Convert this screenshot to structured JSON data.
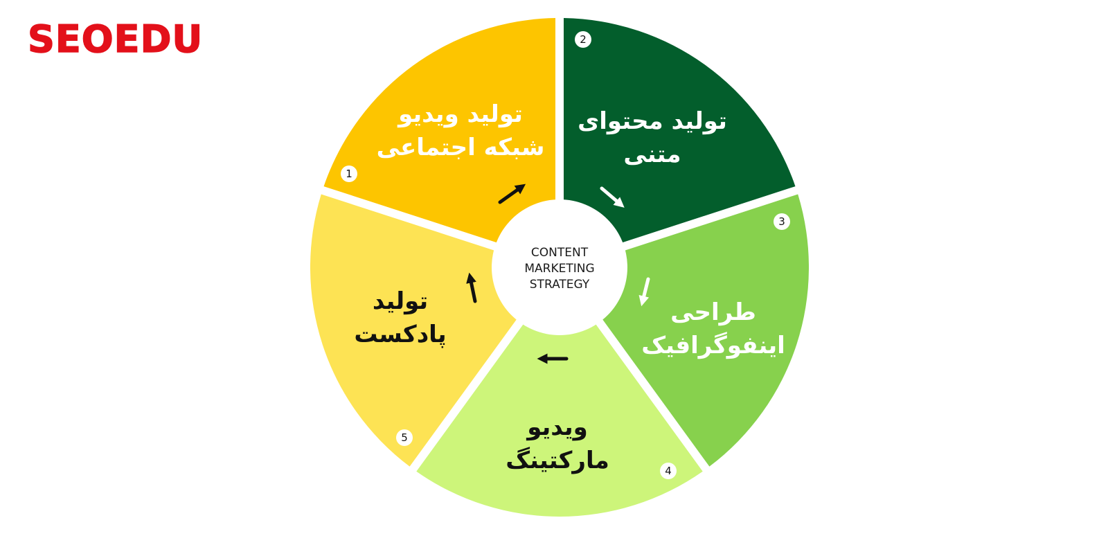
{
  "logo": {
    "text": "SEOEDU",
    "color": "#e3101a"
  },
  "center": {
    "lines": [
      "CONTENT",
      "MARKETING",
      "STRATEGY"
    ]
  },
  "segments": [
    {
      "number": "1",
      "lines": [
        "تولید ویدیو",
        "شبکه اجتماعی"
      ],
      "color": "#fdc500",
      "text_color": "#ffffff",
      "arrow_color": "#111111"
    },
    {
      "number": "2",
      "lines": [
        "تولید محتوای",
        "متنی"
      ],
      "color": "#035e2c",
      "text_color": "#ffffff",
      "arrow_color": "#ffffff"
    },
    {
      "number": "3",
      "lines": [
        "طراحی",
        "اینفوگرافیک"
      ],
      "color": "#87d14d",
      "text_color": "#ffffff",
      "arrow_color": "#ffffff"
    },
    {
      "number": "4",
      "lines": [
        "ویدیو",
        "مارکتینگ"
      ],
      "color": "#cdf57a",
      "text_color": "#111111",
      "arrow_color": "#111111"
    },
    {
      "number": "5",
      "lines": [
        "تولید",
        "پادکست"
      ],
      "color": "#fde354",
      "text_color": "#111111",
      "arrow_color": "#111111"
    }
  ]
}
